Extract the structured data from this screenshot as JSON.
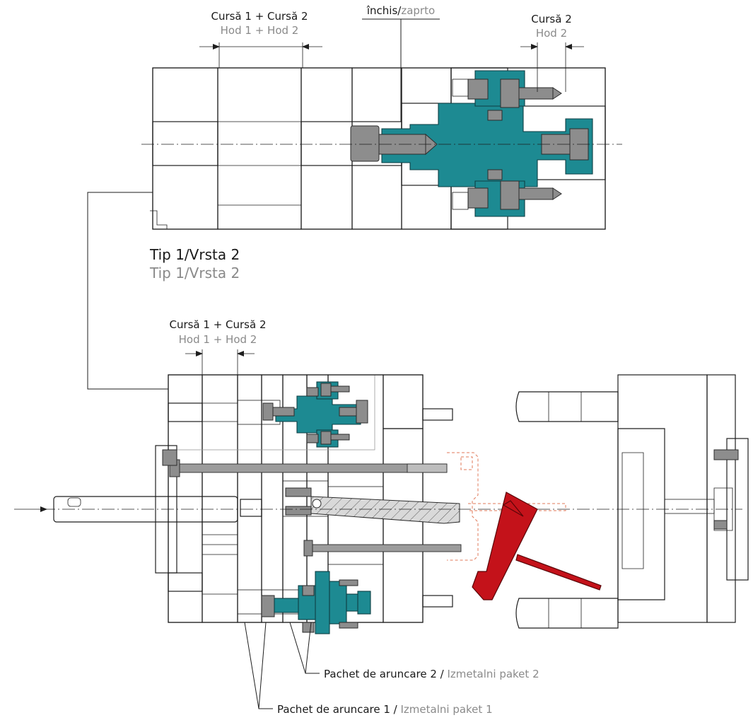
{
  "labels": {
    "top_stroke_main": "Cursă 1 + Cursă 2",
    "top_stroke_sub": "Hod 1 + Hod 2",
    "closed_main": "închis/",
    "closed_sub": "zaprto",
    "stroke2_main": "Cursă 2",
    "stroke2_sub": "Hod 2",
    "type_main": "Tip 1/Vrsta 2",
    "type_sub": "Tip 1/Vrsta 2",
    "mid_stroke_main": "Cursă 1 + Cursă 2",
    "mid_stroke_sub": "Hod 1 + Hod 2",
    "ejector2_main": "Pachet de aruncare 2 / ",
    "ejector2_sub": "Izmetalni paket 2",
    "ejector1_main": "Pachet de aruncare 1 / ",
    "ejector1_sub": "Izmetalni paket 1"
  },
  "colors": {
    "teal": "#1d8a92",
    "part_red": "#c4121a",
    "ghost_orange": "#e07a5a",
    "label_grey": "#8a8a8a"
  }
}
